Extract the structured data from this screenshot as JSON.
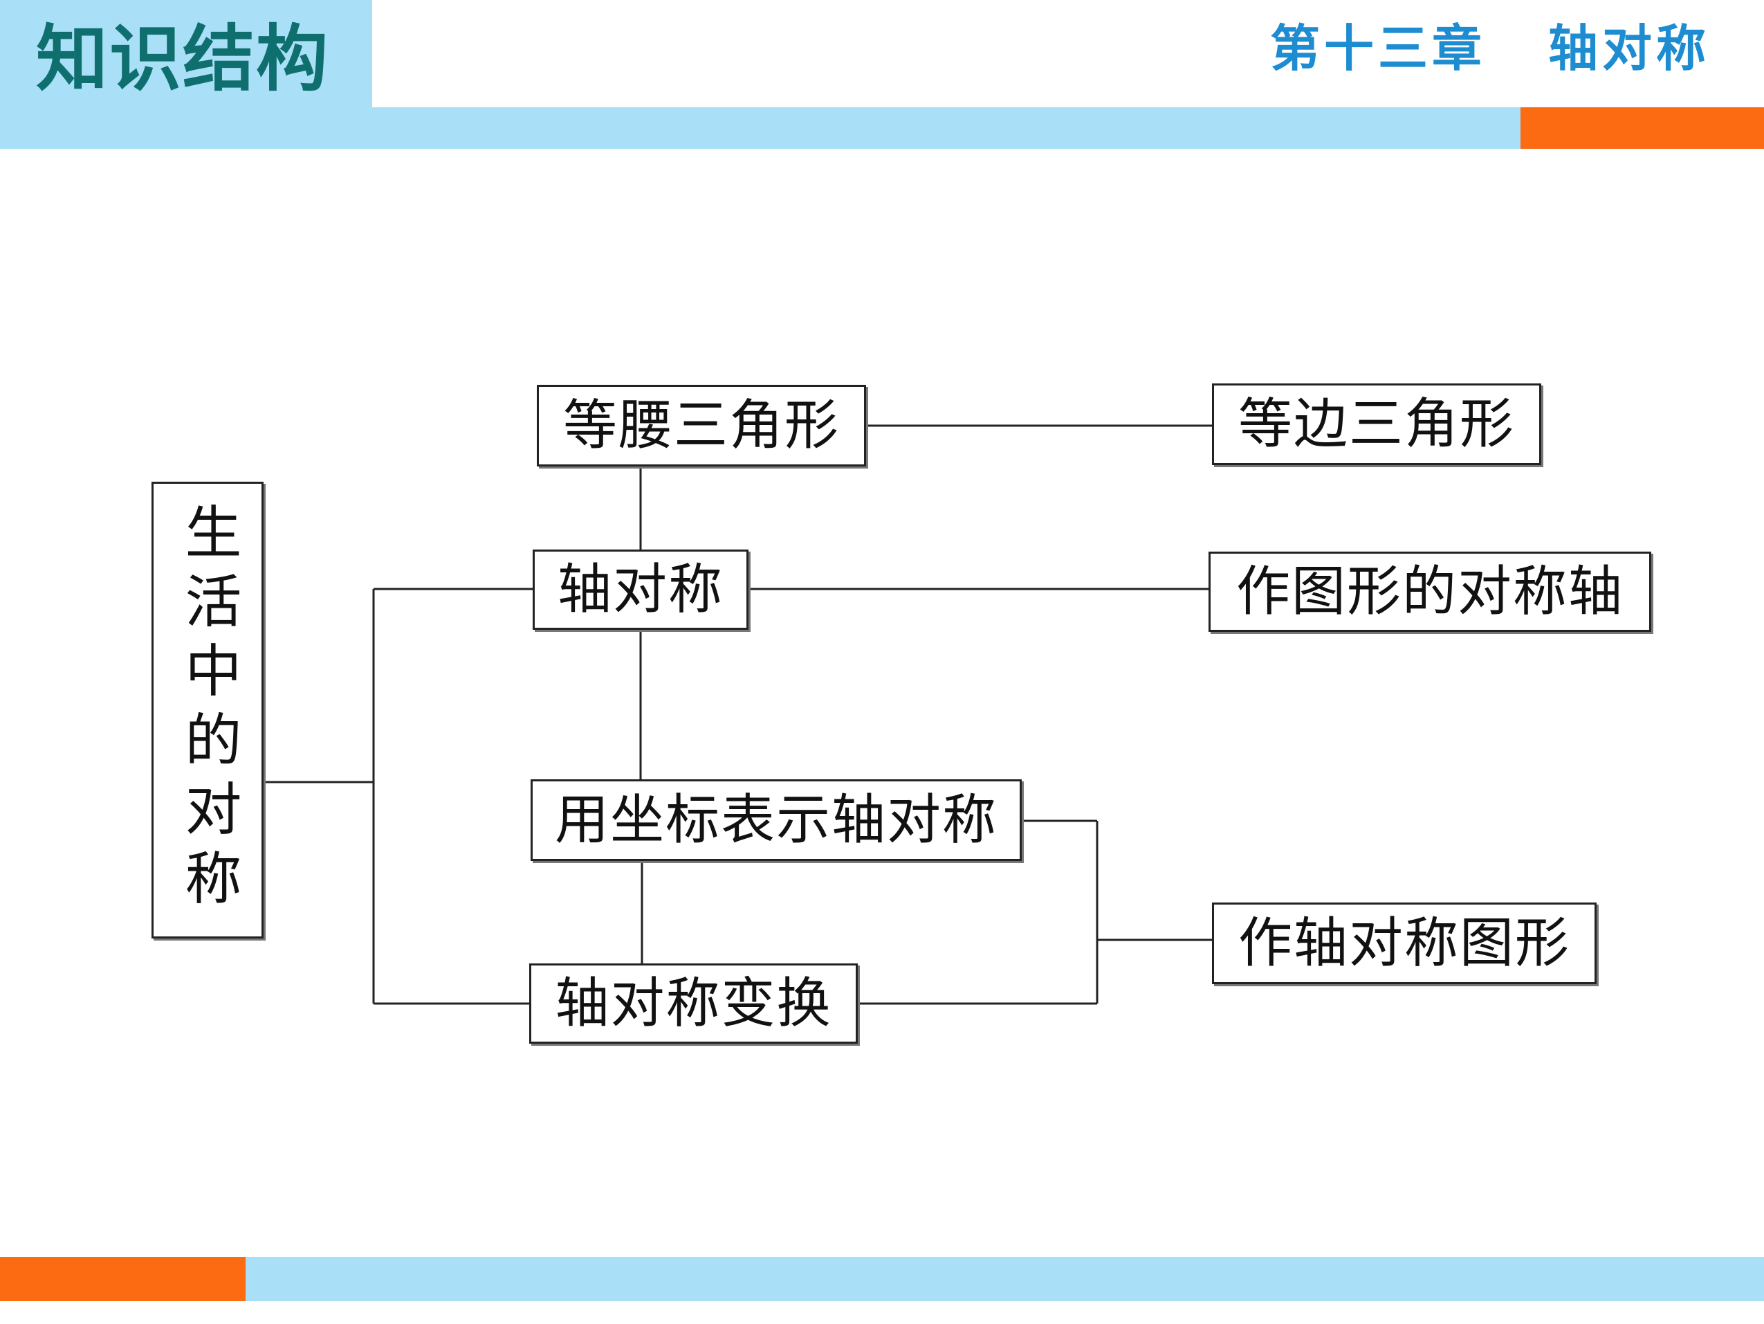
{
  "header": {
    "section_title": "知识结构",
    "chapter": "第十三章",
    "topic": "轴对称"
  },
  "colors": {
    "light_blue": "#a9dff7",
    "orange": "#fc6a12",
    "title_teal": "#0f6f6f",
    "chapter_blue": "#1d8cd0"
  },
  "diagram": {
    "root": "生活中的对称",
    "nodes": {
      "isosceles": "等腰三角形",
      "equilateral": "等边三角形",
      "axial_symmetry": "轴对称",
      "draw_axis": "作图形的对称轴",
      "coordinates": "用坐标表示轴对称",
      "transform": "轴对称变换",
      "draw_symmetric": "作轴对称图形"
    }
  }
}
